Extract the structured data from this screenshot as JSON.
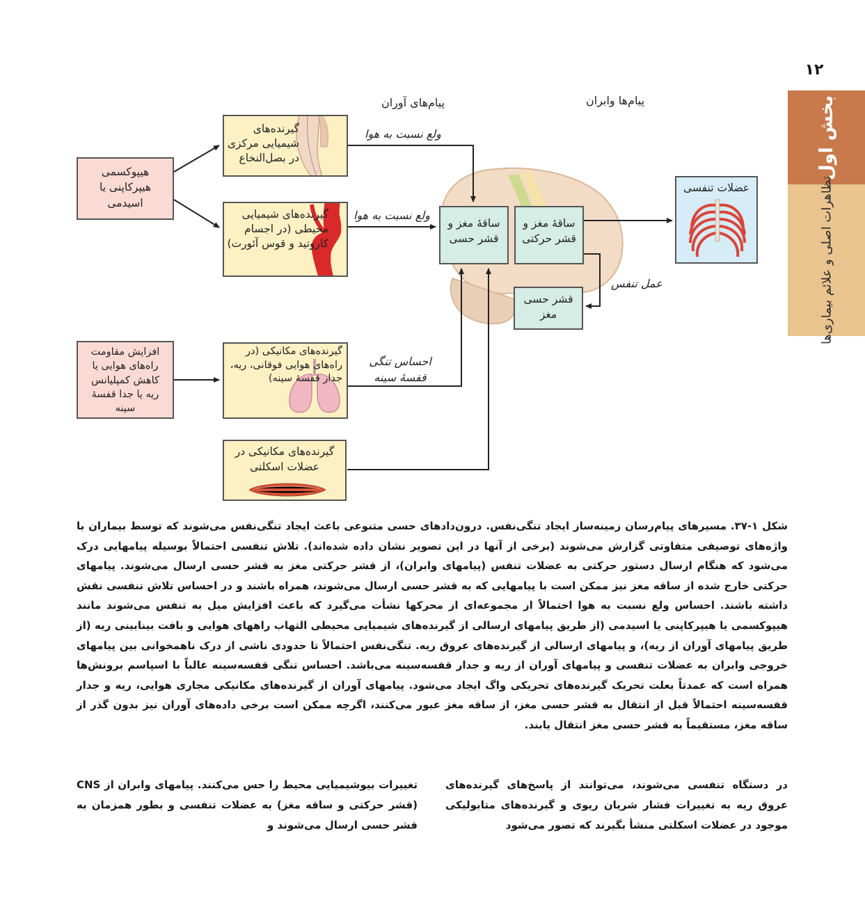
{
  "page_number": "۱۲",
  "side_tab": {
    "part": "بخش اول",
    "chapter": "تظاهرات اصلی و علائم بیماری‌ها"
  },
  "figure": {
    "header_afferent": "پیام‌های آوران",
    "header_efferent": "پیام‌ها وابران",
    "stimulus_chem": "هیپوکسمی هیپرکاپنی یا اسیدمی",
    "stimulus_mech": "افزایش مقاومت راه‌های هوایی یا کاهش کمپلیانس ریه یا جدا قفسهٔ سینه",
    "receptor_central": "گیرنده‌های شیمیایی مرکزی در بصل‌النخاع",
    "receptor_peripheral": "گیرنده‌های شیمیایی محیطی (در اجسام کاروتید و قوس آئورت)",
    "receptor_mech_airway": "گیرنده‌های مکانیکی (در راه‌های هوایی فوقانی، ریه، جدار قفسهٔ سینه)",
    "receptor_mech_muscle": "گیرنده‌های مکانیکی در عضلات اسکلتی",
    "label_air_hunger_1": "ولع نسبت به هوا",
    "label_air_hunger_2": "ولع نسبت به هوا",
    "label_chest_tight": "احساس تنگی قفسهٔ سینه",
    "label_work_breathing": "عمل تنفس",
    "brain_sensory": "ساقهٔ مغز و قشر حسی",
    "brain_motor": "ساقهٔ مغز و قشر حرکتی",
    "sensory_cortex": "قشر حسی مغز",
    "resp_muscles": "عضلات تنفسی"
  },
  "caption": {
    "label": "شکل ۱-۳۷. مسیرهای پیام‌رسان زمینه‌ساز ایجاد تنگی‌نفس.",
    "text": "درون‌دادهای حسی متنوعی باعث ایجاد تنگی‌نفس می‌شوند که توسط بیماران با واژه‌های توصیفی متفاوتی گزارش می‌شوند (برخی از آنها در این تصویر نشان داده شده‌اند). تلاش تنفسی احتمالاً بوسیله پیامهایی درک می‌شود که هنگام ارسال دستور حرکتی به عضلات تنفس (پیامهای وابران)، از قشر حرکتی مغز به قشر حسی ارسال می‌شوند. پیامهای حرکتی خارج شده از ساقه مغز نیز ممکن است با پیامهایی که به قشر حسی ارسال می‌شوند، همراه باشند و در احساس تلاش تنفسی نقش داشته باشند. احساس ولع نسبت به هوا احتمالاً از مجموعه‌ای از محرکها نشأت می‌گیرد که باعث افزایش میل به تنفس می‌شوند مانند هیپوکسمی یا هیپرکاپنی یا اسیدمی (از طریق پیامهای ارسالی از گیرنده‌های شیمیایی محیطی التهاب راههای هوایی و بافت بینابینی ریه (از طریق پیامهای آوران از ریه)، و پیامهای ارسالی از گیرنده‌های عروق ریه. تنگی‌نفس احتمالاً تا حدودی ناشی از درک ناهمخوانی بین پیامهای خروجی وابران به عضلات تنفسی و پیامهای آوران از ریه و جدار قفسه‌سینه می‌باشد. احساس تنگی قفسه‌سینه غالباً با اسپاسم برونش‌ها همراه است که عمدتاً بعلت تحریک گیرنده‌های تحریکی واگ ایجاد می‌شود. پیامهای آوران از گیرنده‌های مکانیکی مجاری هوایی، ریه و جدار قفسه‌سینه احتمالاً قبل از انتقال به قشر حسی مغز، از ساقه مغز عبور می‌کنند، اگرچه ممکن است برخی داده‌های آوران نیز بدون گذر از ساقه مغز، مستقیماً به قشر حسی مغز انتقال یابند."
  },
  "body": {
    "col_right": "در دستگاه تنفسی می‌شوند، می‌توانند از پاسخ‌های گیرنده‌های عروق ریه به تغییرات فشار شریان ریوی و گیرنده‌های متابولیکی موجود در عضلات اسکلتی منشأ بگیرند که تصور می‌شود",
    "col_left": "تغییرات بیوشیمیایی محیط را حس می‌کنند. پیامهای وابران از CNS (قشر حرکتی و ساقه مغز) به عضلات تنفسی و بطور همزمان به قشر حسی ارسال می‌شوند و"
  }
}
